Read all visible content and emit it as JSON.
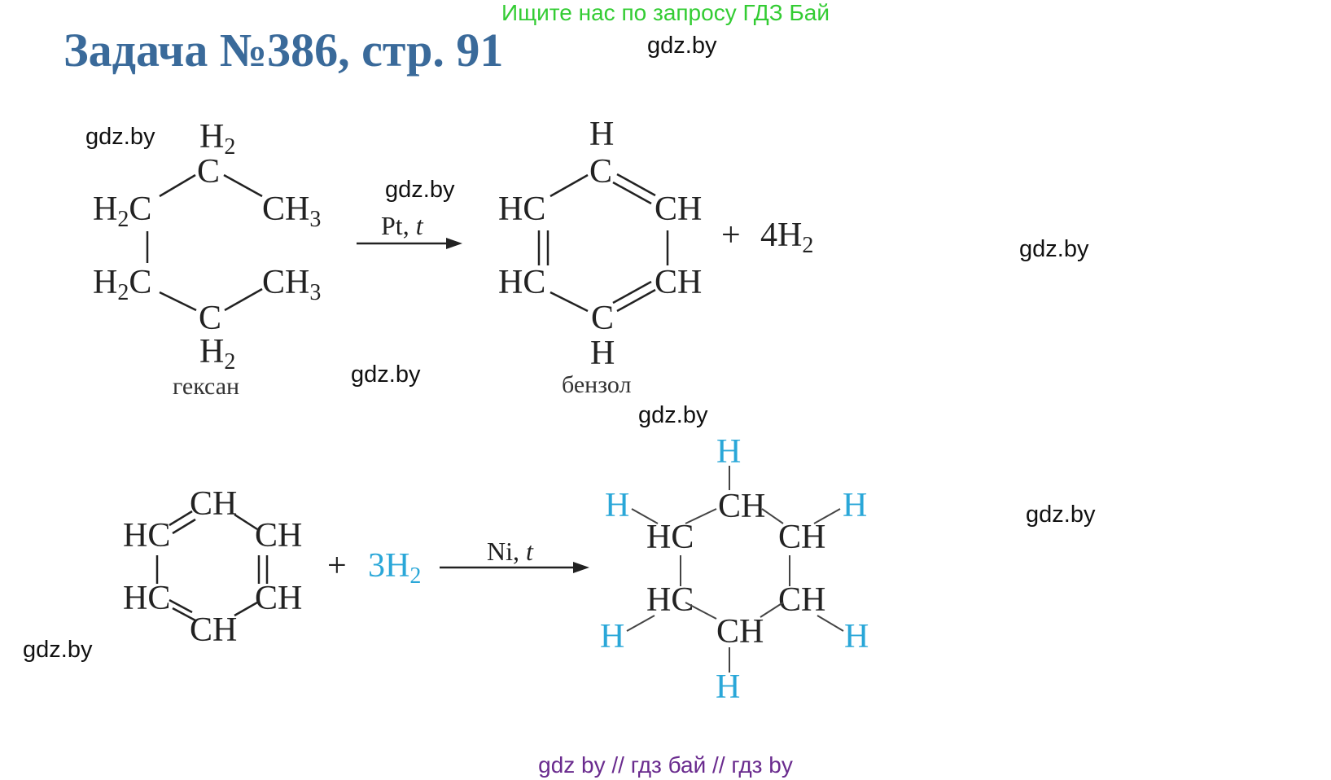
{
  "banner": "Ищите нас по запросу ГДЗ Бай",
  "title": "Задача №386, стр. 91",
  "watermark": "gdz.by",
  "footer": "gdz by  //  гдз бай  //  гдз by",
  "colors": {
    "banner": "#33cc33",
    "title": "#3a6a9a",
    "highlight": "#2aa7d8",
    "footer": "#6a2b8e"
  },
  "reaction1": {
    "reactant": {
      "ch2_top": "C",
      "ch2_top_h": "H",
      "ch2_top_sub": "2",
      "h2c_a": "H",
      "h2c_a_sub": "2",
      "h2c_a_c": "C",
      "ch3_a": "CH",
      "ch3_a_sub": "3",
      "h2c_b": "H",
      "h2c_b_sub": "2",
      "h2c_b_c": "C",
      "ch3_b": "CH",
      "ch3_b_sub": "3",
      "ch2_bot": "C",
      "ch2_bot_h": "H",
      "ch2_bot_sub": "2",
      "name": "гексан"
    },
    "condition_main": "Pt,",
    "condition_t": "t",
    "product": {
      "top_h": "H",
      "top_c": "C",
      "hc_a": "HC",
      "ch_a": "CH",
      "hc_b": "HC",
      "ch_b": "CH",
      "bot_c": "C",
      "bot_h": "H",
      "name": "бензол"
    },
    "plus": "+",
    "byproduct": "4H",
    "byproduct_sub": "2"
  },
  "reaction2": {
    "reactant": {
      "ch_top": "CH",
      "hc_a": "HC",
      "ch_a": "CH",
      "hc_b": "HC",
      "ch_b": "CH",
      "ch_bot": "CH"
    },
    "plus": "+",
    "reagent": "3H",
    "reagent_sub": "2",
    "condition_main": "Ni,",
    "condition_t": "t",
    "product": {
      "h_top": "H",
      "ch_top": "CH",
      "h_ul": "H",
      "hc_a": "HC",
      "h_ur": "H",
      "ch_a": "CH",
      "hc_b": "HC",
      "h_ll": "H",
      "ch_b": "CH",
      "h_lr": "H",
      "ch_bot": "CH",
      "h_bot": "H"
    }
  }
}
